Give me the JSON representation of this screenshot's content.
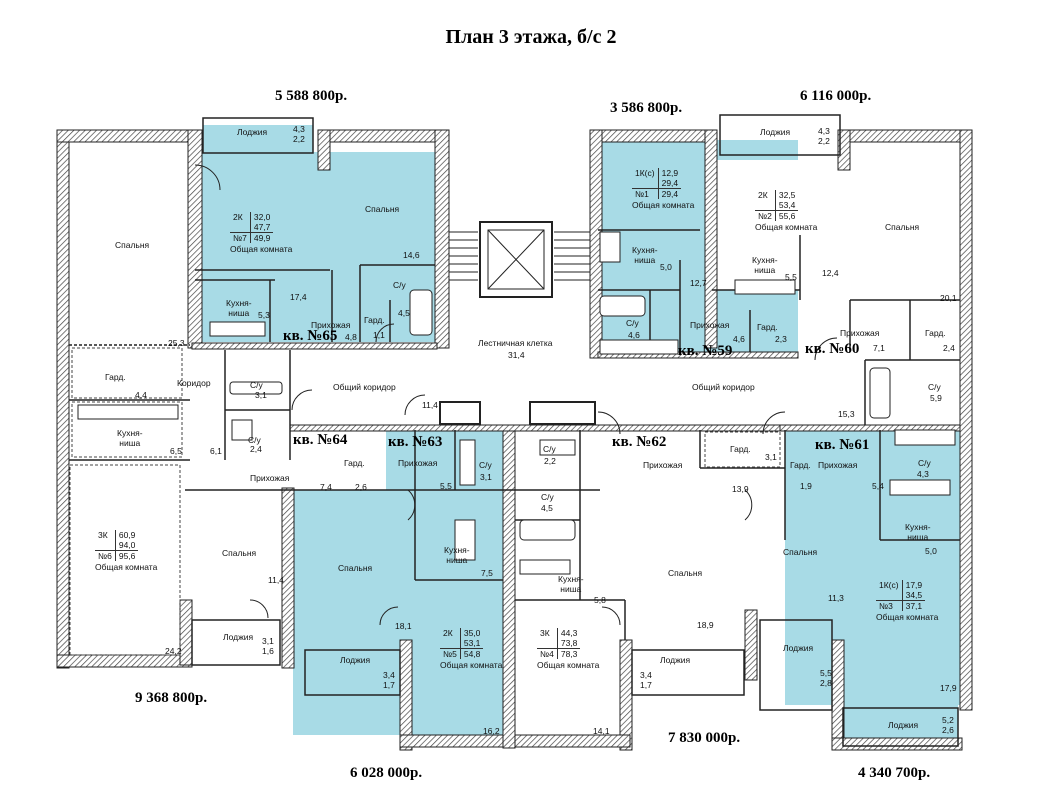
{
  "title": "План 3 этажа, б/с 2",
  "prices": {
    "p65": "5 588 800р.",
    "p59": "3 586 800р.",
    "p60": "6 116 000р.",
    "p64": "9 368 800р.",
    "p63": "6 028 000р.",
    "p62": "7 830 000р.",
    "p61": "4 340 700р."
  },
  "apartments": {
    "a65": "кв. №65",
    "a64": "кв. №64",
    "a63": "кв. №63",
    "a62": "кв. №62",
    "a61": "кв. №61",
    "a59": "кв. №59",
    "a60": "кв. №60"
  },
  "infoboxes": {
    "i7": {
      "type": "2К",
      "num": "№7",
      "a1": "32,0",
      "a2": "47,7",
      "a3": "49,9",
      "caption": "Общая комната"
    },
    "i1": {
      "type": "1К(с)",
      "num": "№1",
      "a1": "12,9",
      "a2": "29,4",
      "a3": "29,4",
      "caption": "Общая комната"
    },
    "i2": {
      "type": "2К",
      "num": "№2",
      "a1": "32,5",
      "a2": "53,4",
      "a3": "55,6",
      "caption": "Общая комната"
    },
    "i6": {
      "type": "3К",
      "num": "№6",
      "a1": "60,9",
      "a2": "94,0",
      "a3": "95,6",
      "caption": "Общая комната"
    },
    "i5": {
      "type": "2К",
      "num": "№5",
      "a1": "35,0",
      "a2": "53,1",
      "a3": "54,8",
      "caption": "Общая комната"
    },
    "i4": {
      "type": "3К",
      "num": "№4",
      "a1": "44,3",
      "a2": "73,8",
      "a3": "78,3",
      "caption": "Общая комната"
    },
    "i3": {
      "type": "1К(с)",
      "num": "№3",
      "a1": "17,9",
      "a2": "34,5",
      "a3": "37,1",
      "caption": "Общая комната"
    }
  },
  "rooms": {
    "loggia": "Лоджия",
    "bedroom": "Спальня",
    "hall": "Прихожая",
    "wardrobe": "Гард.",
    "wc": "С/у",
    "kitchen": "Кухня-\nниша",
    "corridor": "Коридор",
    "common_corridor": "Общий коридор",
    "stairs": "Лестничная клетка"
  },
  "areas": {
    "loggia65": "4,3\n2,2",
    "bed65": "14,6",
    "kit65": "5,3",
    "room65": "17,4",
    "hall65": "4,8",
    "ward65": "1,1",
    "wc65": "4,5",
    "bed64": "25,3",
    "corr64": "4,4",
    "kit64": "6,5",
    "kit64b": "6,1",
    "wc64a": "3,1",
    "wc64b": "2,4",
    "hall64": "7,4",
    "ward64": "2,6",
    "bed64b": "11,4",
    "room64": "24,2",
    "loggia64": "3,1\n1,6",
    "stairs": "31,4",
    "cc1": "11,4",
    "kit59": "5,0",
    "room59": "12,7",
    "wc59": "4,6",
    "hall59": "4,6",
    "ward59": "2,3",
    "loggia60": "4,3\n2,2",
    "kit60": "5,5",
    "room60": "12,4",
    "bed60": "20,1",
    "hall60": "7,1",
    "ward60": "2,4",
    "wc60": "5,9",
    "cc2": "15,3",
    "hall63": "5,5",
    "wc63": "3,1",
    "kit63": "7,5",
    "bed63": "18,1",
    "loggia63": "3,4\n1,7",
    "room63": "16,2",
    "wc62a": "2,2",
    "wc62b": "4,5",
    "kit62": "5,8",
    "ward62": "3,1",
    "hall62": "13,9",
    "bed62": "18,9",
    "loggia62": "3,4\n1,7",
    "room62": "14,1",
    "ward61": "1,9",
    "hall61": "5,4",
    "wc61": "4,3",
    "kit61": "5,0",
    "bed61": "11,3",
    "loggia61a": "5,5\n2,8",
    "room61": "17,9",
    "loggia61b": "5,2\n2,6"
  }
}
